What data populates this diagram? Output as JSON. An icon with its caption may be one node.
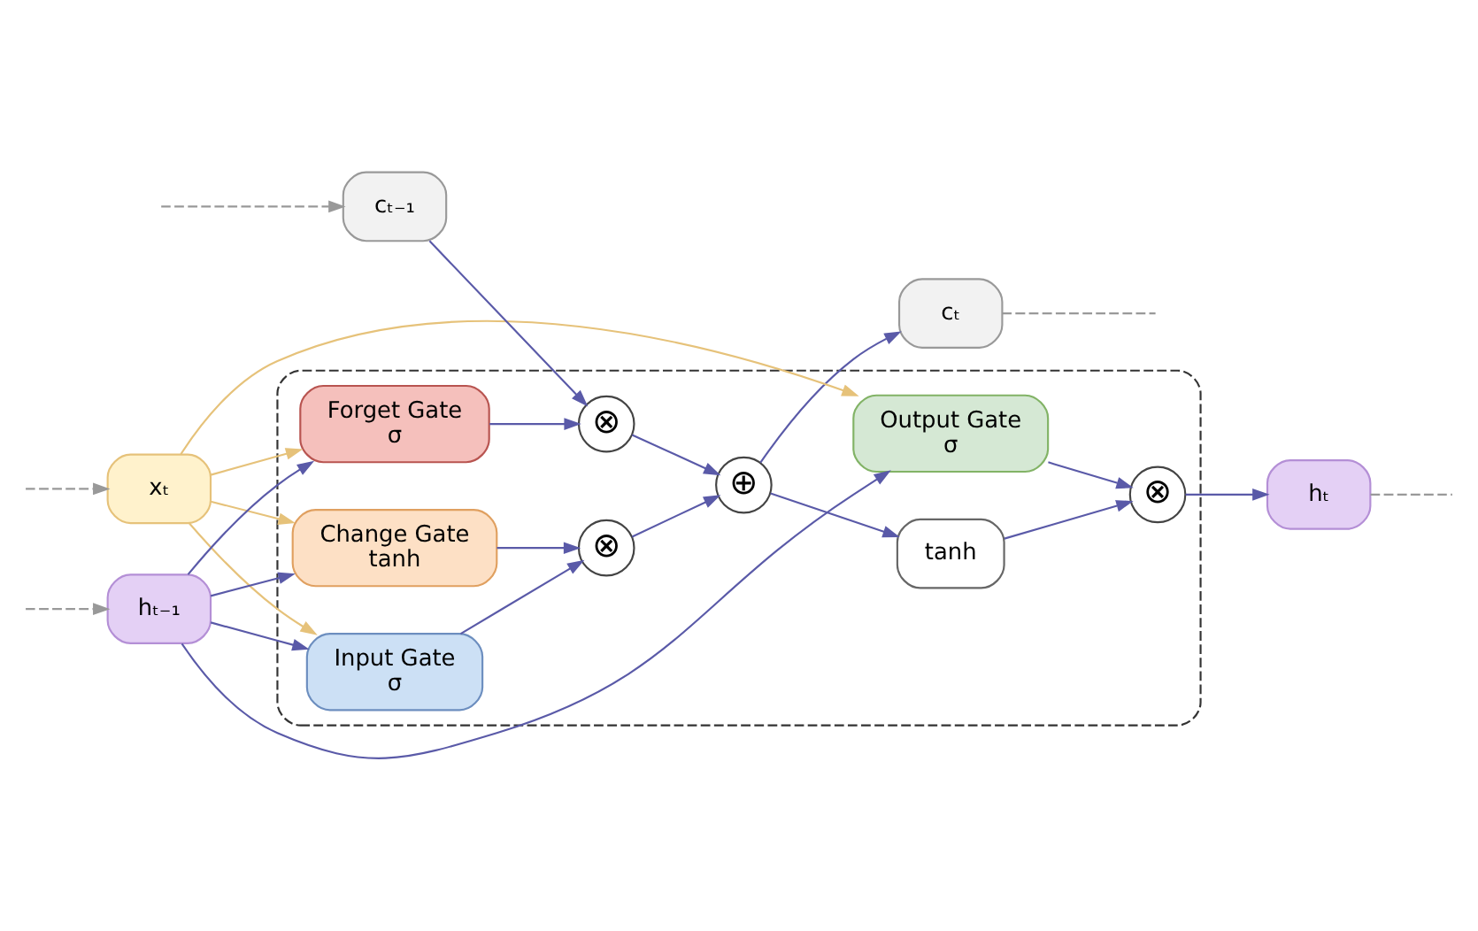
{
  "diagram": {
    "nodes": [
      {
        "text": [],
        "shape": "box"
      },
      {
        "text": [
          "xₜ"
        ]
      },
      {
        "text": [
          "hₜ₋₁"
        ]
      },
      {
        "text": [
          "cₜ₋₁"
        ]
      },
      {
        "text": [
          "hₜ"
        ]
      },
      {
        "text": [
          "cₜ"
        ]
      },
      {
        "text": [
          "Output Gate",
          "σ"
        ],
        "in": 0
      },
      {
        "text": [
          "Change Gate",
          "tanh"
        ],
        "in": 0
      },
      {
        "text": [
          "Input Gate",
          "σ"
        ],
        "in": 0
      },
      {
        "text": [
          "Forget Gate",
          "σ"
        ],
        "in": 0
      },
      {
        "text": [
          "⊗"
        ],
        "in": 0
      },
      {
        "text": [
          "⊗"
        ],
        "in": 0
      },
      {
        "text": [
          "⊕"
        ],
        "in": 0
      },
      {
        "text": [
          "tanh"
        ],
        "in": 0
      },
      {
        "text": [
          "⊗"
        ],
        "in": 0
      }
    ],
    "edges": [
      {
        "from": null,
        "to": 1,
        "arrow": "to",
        "style": "dashed"
      },
      {
        "from": null,
        "to": 2,
        "arrow": "to",
        "style": "dashed"
      },
      {
        "from": null,
        "to": 3,
        "arrow": "to",
        "style": "dashed"
      },
      {
        "from": 1,
        "to": 6,
        "arrow": "to",
        "color": "#e6c27a"
      },
      {
        "from": 1,
        "to": 7,
        "arrow": "to",
        "color": "#e6c27a"
      },
      {
        "from": 1,
        "to": 8,
        "arrow": "to",
        "color": "#e6c27a"
      },
      {
        "from": 1,
        "to": 9,
        "arrow": "to",
        "color": "#e6c27a"
      },
      {
        "from": 2,
        "to": 6,
        "arrow": "to"
      },
      {
        "from": 2,
        "to": 7,
        "arrow": "to"
      },
      {
        "from": 2,
        "to": 8,
        "arrow": "to"
      },
      {
        "from": 2,
        "to": 9,
        "arrow": "to"
      },
      {
        "from": 3,
        "to": 11,
        "arrow": "to"
      },
      {
        "from": 9,
        "to": 11,
        "arrow": "to"
      },
      {
        "from": 7,
        "to": 10,
        "arrow": "to"
      },
      {
        "from": 8,
        "to": 10,
        "arrow": "to"
      },
      {
        "from": 11,
        "to": 12,
        "arrow": "to"
      },
      {
        "from": 10,
        "to": 12,
        "arrow": "to"
      },
      {
        "from": 12,
        "to": 5,
        "arrow": "to"
      },
      {
        "from": 12,
        "to": 13,
        "arrow": "to"
      },
      {
        "from": 13,
        "to": 14,
        "arrow": "to"
      },
      {
        "from": 6,
        "to": 14,
        "arrow": "to"
      },
      {
        "from": 14,
        "to": 4,
        "arrow": "to"
      },
      {
        "from": 4,
        "to": null,
        "arrow": "none",
        "style": "dashed"
      },
      {
        "from": 5,
        "to": null,
        "arrow": "none",
        "style": "dashed"
      }
    ]
  }
}
